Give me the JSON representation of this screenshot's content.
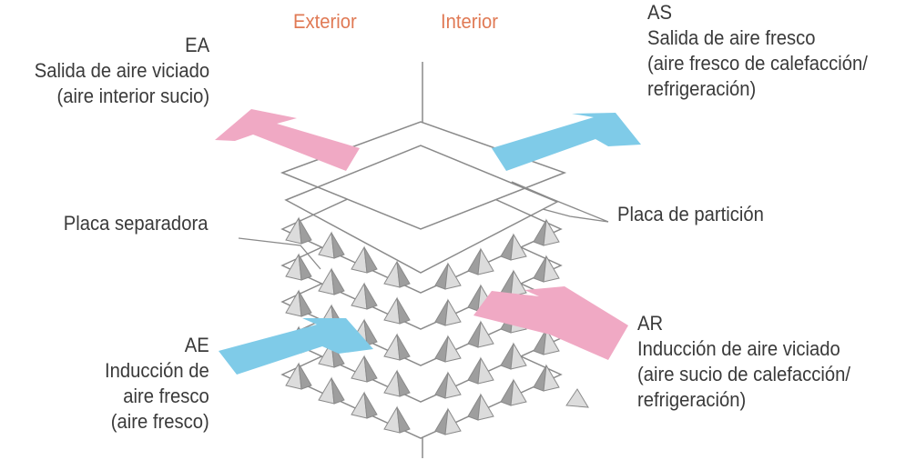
{
  "sides": {
    "exterior": "Exterior",
    "interior": "Interior"
  },
  "ea": {
    "code": "EA",
    "line1": "Salida de aire viciado",
    "line2": "(aire interior sucio)"
  },
  "as": {
    "code": "AS",
    "line1": "Salida de aire fresco",
    "line2": "(aire fresco de calefacción/",
    "line3": "refrigeración)"
  },
  "separator": {
    "label": "Placa separadora"
  },
  "partition": {
    "label": "Placa de partición"
  },
  "ae": {
    "code": "AE",
    "line1": "Inducción de",
    "line2": "aire fresco",
    "line3": "(aire fresco)"
  },
  "ar": {
    "code": "AR",
    "line1": "Inducción de aire viciado",
    "line2": "(aire sucio de calefacción/",
    "line3": "refrigeración)"
  },
  "colors": {
    "pink": "#f0a9c4",
    "blue": "#7fcbe8",
    "orange": "#e07a55",
    "line": "#8a8a8a",
    "fin_dark": "#9e9e9e",
    "fin_light": "#dcdcdc"
  }
}
